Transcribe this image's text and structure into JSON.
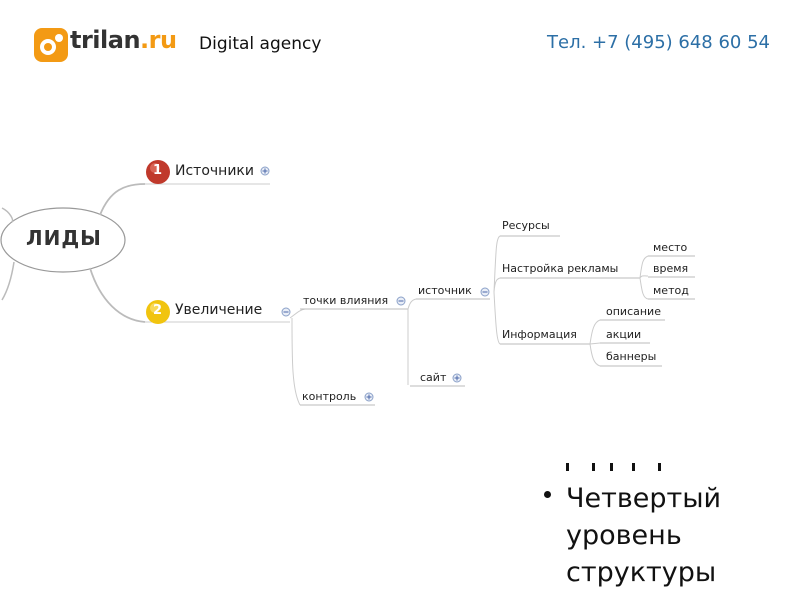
{
  "header": {
    "logo": {
      "name": "trilan",
      "tld": ".ru",
      "icon": "trilan-logo-icon",
      "accent": "#f39a14"
    },
    "tagline": "Digital agency",
    "phone": "Тел. +7 (495) 648 60 54"
  },
  "mindmap": {
    "center": "ЛИДЫ",
    "branches": [
      {
        "badge": "1",
        "label": "Источники",
        "toggle": "plus"
      },
      {
        "badge": "2",
        "label": "Увеличение",
        "toggle": "minus"
      }
    ],
    "level2": [
      {
        "label": "точки влияния",
        "toggle": "minus"
      },
      {
        "label": "контроль",
        "toggle": "plus"
      }
    ],
    "level3": [
      {
        "label": "источник",
        "toggle": "minus"
      },
      {
        "label": "сайт",
        "toggle": "plus"
      }
    ],
    "level4": [
      {
        "label": "Ресурсы"
      },
      {
        "label": "Настройка рекламы"
      },
      {
        "label": "Информация"
      }
    ],
    "level5": [
      {
        "label": "место"
      },
      {
        "label": "время"
      },
      {
        "label": "метод"
      },
      {
        "label": "описание"
      },
      {
        "label": "акции"
      },
      {
        "label": "баннеры"
      }
    ]
  },
  "bullet": {
    "text": "Четвертый уровень структуры"
  },
  "colors": {
    "phone": "#2c6fa6",
    "badge1": "#c0392b",
    "badge2": "#f1c40f",
    "lines": "#bbbbbb"
  }
}
